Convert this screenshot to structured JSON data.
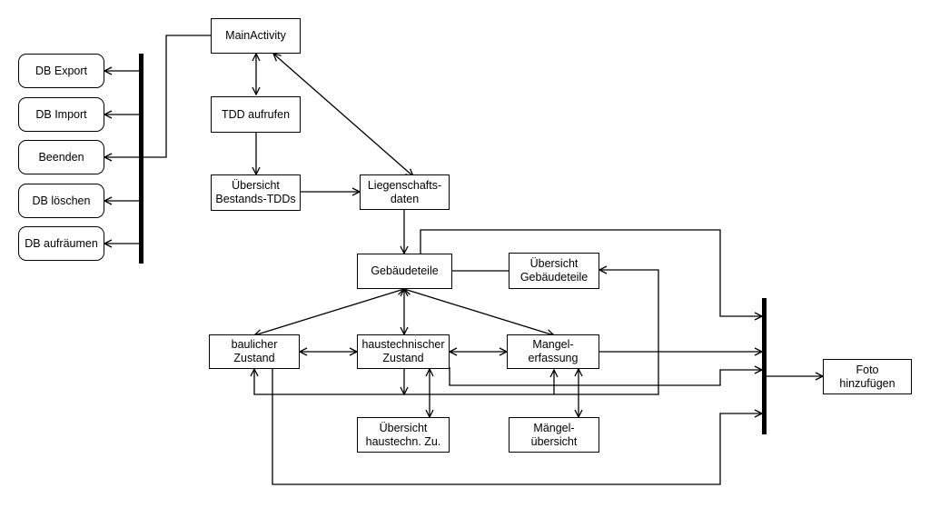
{
  "nodes": {
    "main_activity": "MainActivity",
    "tdd_aufrufen": "TDD aufrufen",
    "uebersicht_bestands_tdds": "Übersicht\nBestands-TDDs",
    "liegenschaftsdaten": "Liegenschafts-\ndaten",
    "gebaeudeteile": "Gebäudeteile",
    "uebersicht_gebaeudeteile": "Übersicht\nGebäudeteile",
    "baulicher_zustand": "baulicher\nZustand",
    "haustechnischer_zustand": "haustechnischer\nZustand",
    "mangelerfassung": "Mangel-\nerfassung",
    "uebersicht_haustechn": "Übersicht\nhaustechn. Zu.",
    "maengeluebersicht": "Mängel-\nübersicht",
    "foto_hinzufuegen": "Foto\nhinzufügen"
  },
  "menu_items": {
    "db_export": "DB Export",
    "db_import": "DB Import",
    "beenden": "Beenden",
    "db_loeschen": "DB löschen",
    "db_aufraeumen": "DB aufräumen"
  },
  "colors": {
    "stroke": "#000000",
    "fill": "#ffffff"
  }
}
